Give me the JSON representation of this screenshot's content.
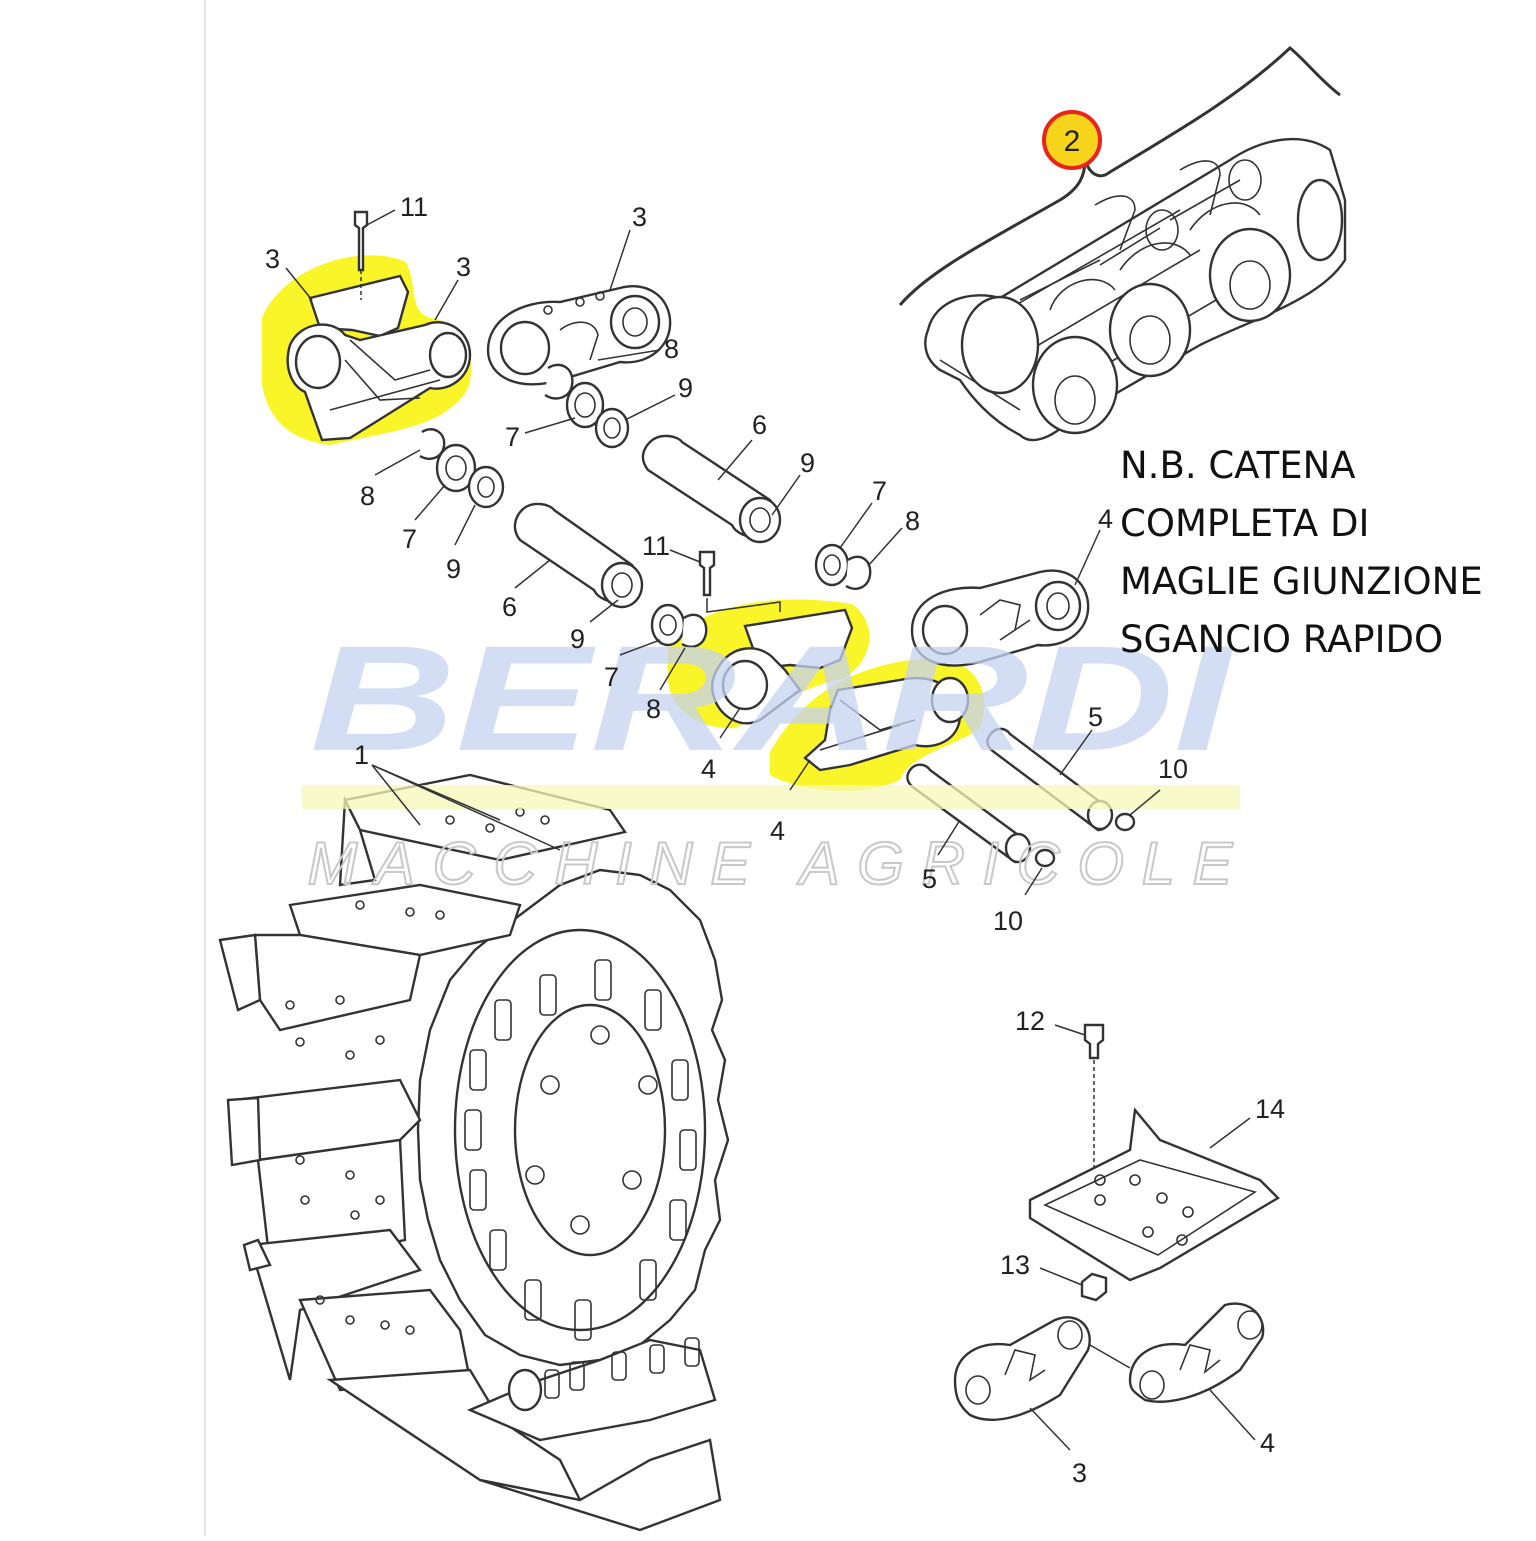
{
  "note": {
    "lines": [
      "N.B. CATENA",
      "COMPLETA DI",
      "MAGLIE GIUNZIONE",
      "SGANCIO RAPIDO"
    ]
  },
  "watermark": {
    "brand": "BERARDI",
    "subtitle": "MACCHINE AGRICOLE",
    "brand_color": "#c5d3f2",
    "band_color": "#f6f8b8",
    "subtitle_color": "#c8c8c8"
  },
  "callout": {
    "number": "2",
    "fill": "#f7d41c",
    "ring": "#e8241c"
  },
  "highlight_color": "#f8f40a",
  "labels": {
    "l11a": "11",
    "l3a": "3",
    "l3b": "3",
    "l3c": "3",
    "l8a": "8",
    "l9a": "9",
    "l7a": "7",
    "l8b": "8",
    "l7b": "7",
    "l9b": "9",
    "l6a": "6",
    "l9c": "9",
    "l6b": "6",
    "l9d": "9",
    "l11b": "11",
    "l7c": "7",
    "l8c": "8",
    "l4a": "4",
    "l7d": "7",
    "l8d": "8",
    "l4b": "4",
    "l4c": "4",
    "l5a": "5",
    "l10a": "10",
    "l5b": "5",
    "l10b": "10",
    "l1": "1",
    "l12": "12",
    "l14": "14",
    "l13": "13",
    "l3d": "3",
    "l4d": "4"
  }
}
